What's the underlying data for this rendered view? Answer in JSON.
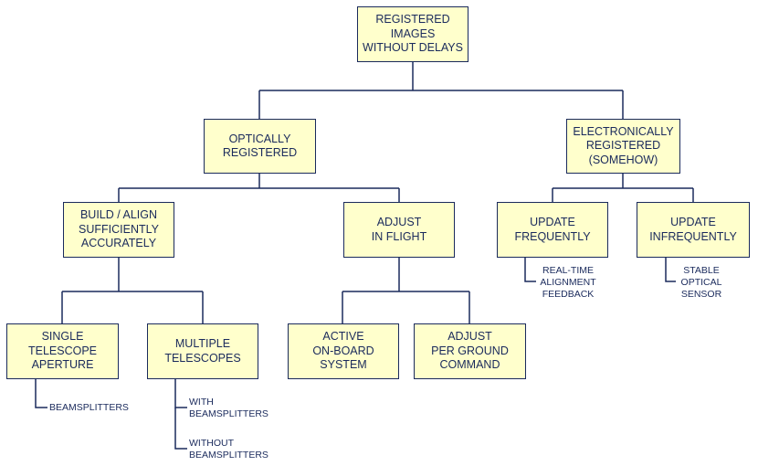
{
  "nodes": {
    "root": [
      "REGISTERED",
      "IMAGES",
      "WITHOUT DELAYS"
    ],
    "optically": [
      "OPTICALLY",
      "REGISTERED"
    ],
    "electronically": [
      "ELECTRONICALLY",
      "REGISTERED",
      "(SOMEHOW)"
    ],
    "build_align": [
      "BUILD /  ALIGN",
      "SUFFICIENTLY",
      "ACCURATELY"
    ],
    "adjust_flight": [
      "ADJUST",
      "IN FLIGHT"
    ],
    "update_freq": [
      "UPDATE",
      "FREQUENTLY"
    ],
    "update_infreq": [
      "UPDATE",
      "INFREQUENTLY"
    ],
    "single_telescope": [
      "SINGLE",
      "TELESCOPE",
      "APERTURE"
    ],
    "multiple_telescopes": [
      "MULTIPLE",
      "TELESCOPES"
    ],
    "active_onboard": [
      "ACTIVE",
      "ON-BOARD",
      "SYSTEM"
    ],
    "adjust_ground": [
      "ADJUST",
      "PER GROUND",
      "COMMAND"
    ]
  },
  "notes": {
    "realtime": [
      "REAL-TIME",
      "ALIGNMENT",
      "FEEDBACK"
    ],
    "stable": [
      "STABLE",
      "OPTICAL",
      "SENSOR"
    ],
    "beamsplitters": [
      "BEAMSPLITTERS"
    ],
    "with_bs": [
      "WITH",
      "BEAMSPLITTERS"
    ],
    "without_bs": [
      "WITHOUT",
      "BEAMSPLITTERS"
    ]
  },
  "colors": {
    "box_fill": "#ffffcc",
    "line": "#1a2a5c",
    "text": "#1a2a5c"
  }
}
